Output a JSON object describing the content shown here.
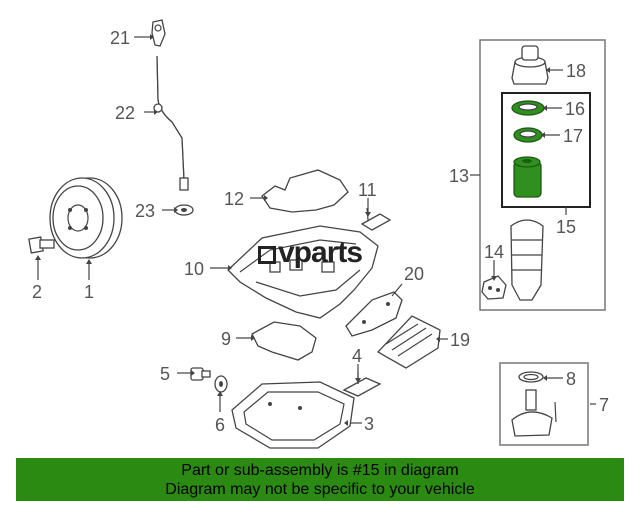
{
  "callouts": {
    "c1": "1",
    "c2": "2",
    "c3": "3",
    "c4": "4",
    "c5": "5",
    "c6": "6",
    "c7": "7",
    "c8": "8",
    "c9": "9",
    "c10": "10",
    "c11": "11",
    "c12": "12",
    "c13": "13",
    "c14": "14",
    "c15": "15",
    "c16": "16",
    "c17": "17",
    "c18": "18",
    "c19": "19",
    "c20": "20",
    "c21": "21",
    "c22": "22",
    "c23": "23"
  },
  "watermark": "vparts",
  "banner": {
    "line1": "Part or sub-assembly is #15 in diagram",
    "line2": "Diagram may not be specific to your vehicle"
  },
  "colors": {
    "highlight": "#2f8f1f",
    "banner": "#2a8a12"
  }
}
